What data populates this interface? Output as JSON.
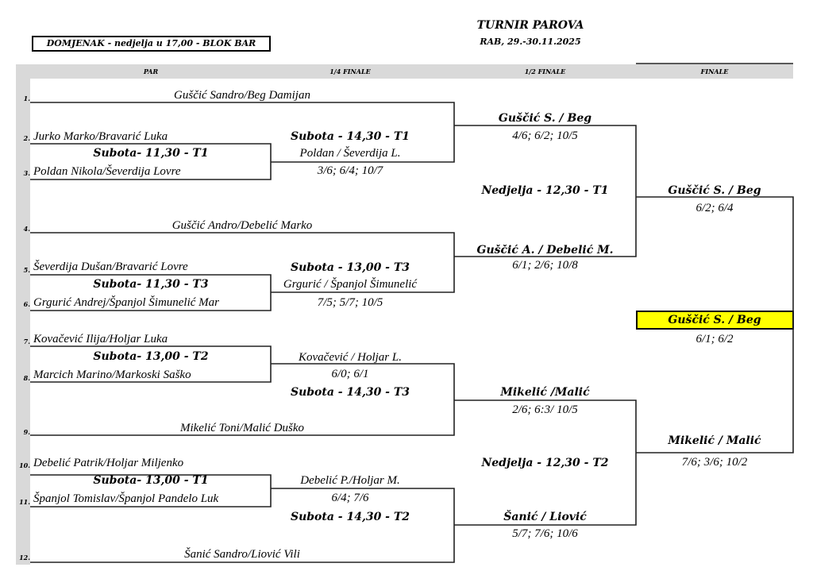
{
  "title": "TURNIR PAROVA",
  "date": "RAB, 29.-30.11.2025",
  "notice": "DOMJENAK - nedjelja u 17,00 - BLOK BAR",
  "columns": [
    "PAR",
    "1/4 FINALE",
    "1/2 FINALE",
    "FINALE"
  ],
  "pairs": [
    {
      "num": "1.",
      "name": "Guščić Sandro/Beg Damijan"
    },
    {
      "num": "2.",
      "name": "Jurko Marko/Bravarić Luka"
    },
    {
      "num": "3.",
      "name": "Poldan Nikola/Ševerdija Lovre"
    },
    {
      "num": "4.",
      "name": "Guščić Andro/Debelić Marko"
    },
    {
      "num": "5.",
      "name": "Ševerdija Dušan/Bravarić Lovre"
    },
    {
      "num": "6.",
      "name": "Grgurić Andrej/Španjol Šimunelić Mar"
    },
    {
      "num": "7.",
      "name": "Kovačević Ilija/Holjar Luka"
    },
    {
      "num": "8.",
      "name": "Marcich Marino/Markoski Saško"
    },
    {
      "num": "9.",
      "name": "Mikelić Toni/Malić Duško"
    },
    {
      "num": "10.",
      "name": "Debelić Patrik/Holjar Miljenko"
    },
    {
      "num": "11.",
      "name": "Španjol Tomislav/Španjol Pandelo Luk"
    },
    {
      "num": "12.",
      "name": "Šanić Sandro/Liović Vili"
    }
  ],
  "first_round": [
    {
      "schedule": "Subota- 11,30 - T1"
    },
    {
      "schedule": "Subota- 11,30 - T3"
    },
    {
      "schedule": "Subota- 13,00 - T2"
    },
    {
      "schedule": "Subota- 13,00 - T1"
    }
  ],
  "quarterfinals": [
    {
      "schedule": "Subota - 14,30 - T1",
      "winner": "Poldan / Ševerdija L.",
      "score": "3/6; 6/4; 10/7"
    },
    {
      "schedule": "Subota - 13,00 - T3",
      "winner": "Grgurić / Španjol Šimunelić",
      "score": "7/5; 5/7; 10/5"
    },
    {
      "schedule": "Subota - 14,30 - T3",
      "winner": "Kovačević / Holjar L.",
      "score": "6/0; 6/1"
    },
    {
      "schedule": "Subota - 14,30 - T2",
      "winner": "Debelić P./Holjar M.",
      "score": "6/4; 7/6"
    }
  ],
  "semifinals": [
    {
      "winner": "Guščić S. / Beg",
      "score": "4/6; 6/2; 10/5"
    },
    {
      "winner": "Guščić A. / Debelić M.",
      "score": "6/1; 2/6; 10/8"
    },
    {
      "winner": "Mikelić /Malić",
      "score": "2/6; 6:3/ 10/5"
    },
    {
      "winner": "Šanić / Liović",
      "score": "5/7; 7/6; 10/6"
    }
  ],
  "sf_schedules": [
    "Nedjelja - 12,30 - T1",
    "Nedjelja - 12,30 - T2"
  ],
  "finalists": [
    {
      "name": "Guščić S. / Beg",
      "score": "6/2; 6/4"
    },
    {
      "name": "Mikelić / Malić",
      "score": "7/6; 3/6; 10/2"
    }
  ],
  "champion": {
    "name": "Guščić S. / Beg",
    "score": "6/1; 6/2"
  },
  "colors": {
    "champion_bg": "#ffff00",
    "header_bg": "#d9d9d9"
  }
}
